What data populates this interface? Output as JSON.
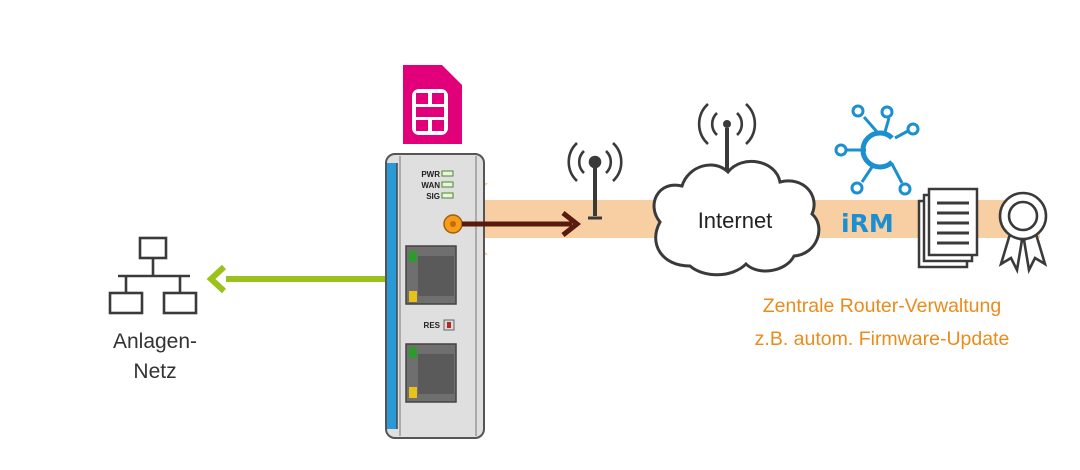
{
  "network": {
    "label_line1": "Anlagen-",
    "label_line2": "Netz"
  },
  "router": {
    "led_labels": [
      "PWR",
      "WAN",
      "SIG"
    ],
    "reset_label": "RES"
  },
  "cloud": {
    "label": "Internet"
  },
  "irm": {
    "label": "iRM"
  },
  "caption": {
    "line1": "Zentrale Router-Verwaltung",
    "line2": "z.B. autom. Firmware-Update"
  },
  "colors": {
    "band": "#f8cfa3",
    "accent_blue": "#1b8fd0",
    "orange_text": "#ea8b1c",
    "green_arrow": "#9bc21a",
    "dark_arrow": "#5a1a0e",
    "sim": "#e2007a"
  },
  "icons": [
    "network-topology-icon",
    "sim-card-icon",
    "antenna-tower-icon",
    "cloud-icon",
    "hub-network-icon",
    "document-stack-icon",
    "certificate-badge-icon"
  ]
}
